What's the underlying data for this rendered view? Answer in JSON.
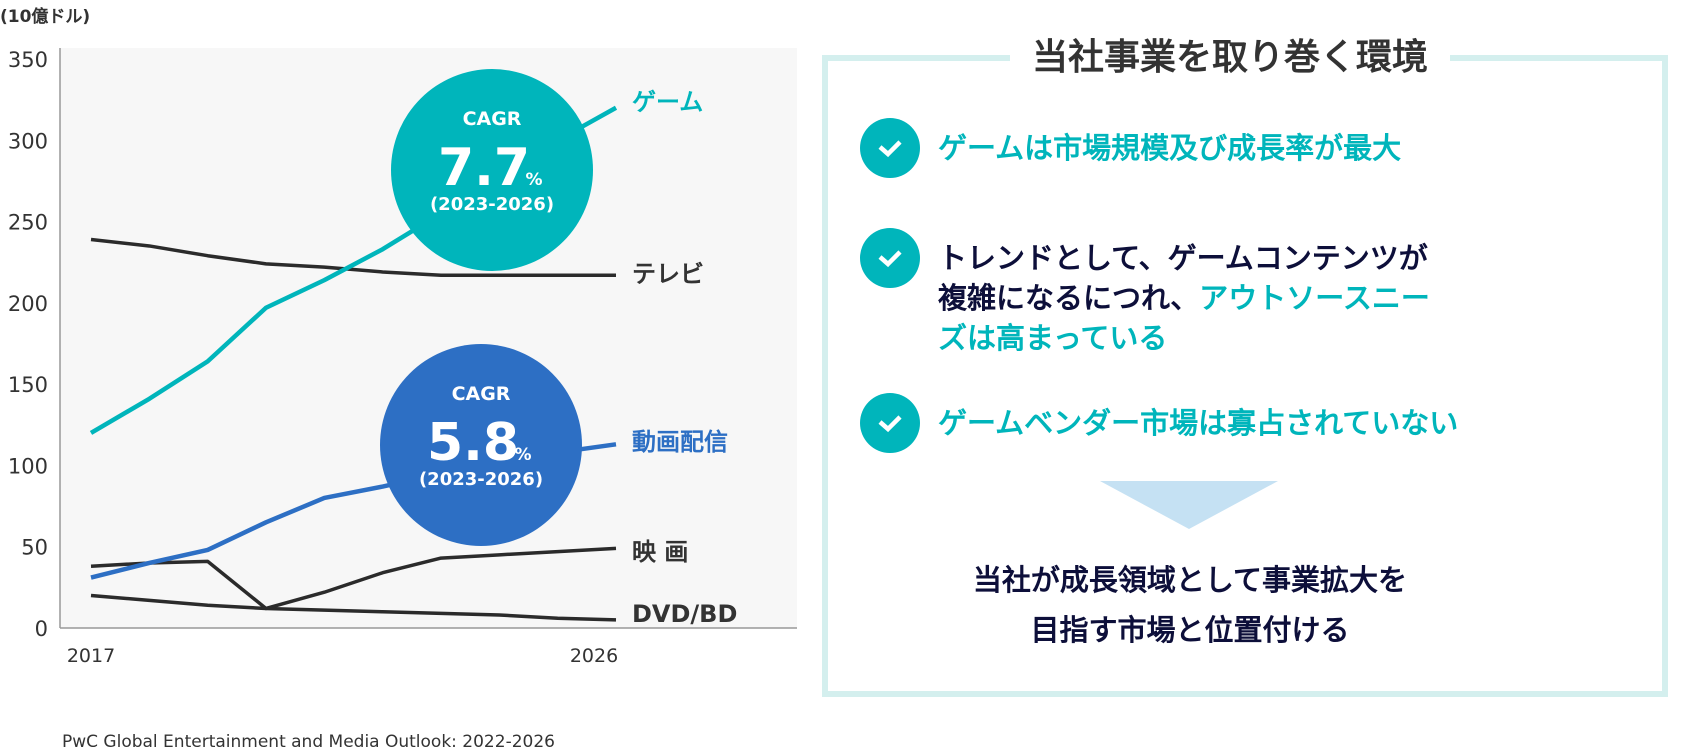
{
  "chart_data": {
    "type": "line",
    "unit_label": "(10億ドル)",
    "x": [
      2017,
      2018,
      2019,
      2020,
      2021,
      2022,
      2023,
      2024,
      2025,
      2026
    ],
    "x_tick_labels": [
      "2017",
      "2026"
    ],
    "ylim": [
      0,
      350
    ],
    "y_ticks": [
      "0",
      "50",
      "100",
      "150",
      "200",
      "250",
      "300",
      "350"
    ],
    "series": [
      {
        "name": "ゲーム",
        "color": "#00b5bb",
        "values": [
          120,
          141,
          164,
          197,
          214,
          233,
          255,
          280,
          300,
          320
        ]
      },
      {
        "name": "テレビ",
        "color": "#2b2b2b",
        "values": [
          239,
          235,
          229,
          224,
          222,
          219,
          217,
          217,
          217,
          217
        ]
      },
      {
        "name": "動画配信",
        "color": "#2d6fc4",
        "values": [
          31,
          40,
          48,
          65,
          80,
          87,
          95,
          103,
          108,
          113
        ]
      },
      {
        "name": "映 画",
        "color": "#2b2b2b",
        "values": [
          38,
          40,
          41,
          12,
          22,
          34,
          43,
          45,
          47,
          49
        ]
      },
      {
        "name": "DVD/BD",
        "color": "#2b2b2b",
        "values": [
          20,
          17,
          14,
          12,
          11,
          10,
          9,
          8,
          6,
          5
        ]
      }
    ],
    "annotations": [
      {
        "label": "CAGR",
        "value": "7.7",
        "unit": "%",
        "period": "(2023-2026)",
        "color": "#00b5bb"
      },
      {
        "label": "CAGR",
        "value": "5.8",
        "unit": "%",
        "period": "(2023-2026)",
        "color": "#2d6fc4"
      }
    ],
    "source": "PwC Global Entertainment and Media Outlook: 2022-2026"
  },
  "panel": {
    "title": "当社事業を取り巻く環境",
    "items": [
      {
        "parts": [
          {
            "text": "ゲームは市場規模及び成長率が最大",
            "hl": true
          }
        ]
      },
      {
        "parts": [
          {
            "text": "トレンドとして、ゲームコンテンツが",
            "hl": false
          },
          {
            "text": "複雑になるにつれ、",
            "hl": false
          },
          {
            "text": "アウトソースニー",
            "hl": true
          },
          {
            "text": "ズは高まっている",
            "hl": true
          }
        ]
      },
      {
        "parts": [
          {
            "text": "ゲームベンダー市場は寡占されていない",
            "hl": true
          }
        ]
      }
    ],
    "conclusion": [
      "当社が成長領域として事業拡大を",
      "目指す市場と位置付ける"
    ]
  }
}
